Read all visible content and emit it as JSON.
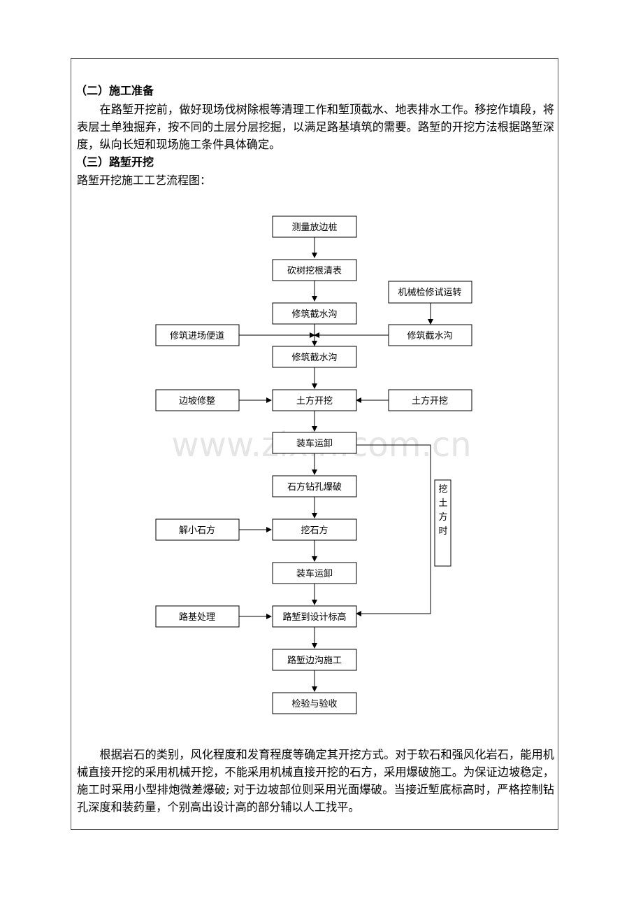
{
  "section2": {
    "heading": "（二）施工准备",
    "paragraph": "在路堑开挖前，做好现场伐树除根等清理工作和堑顶截水、地表排水工作。移挖作填段，将表层土单独掘弃，按不同的土层分层挖掘，以满足路基填筑的需要。路堑的开挖方法根据路堑深度，纵向长短和现场施工条件具体确定。"
  },
  "section3": {
    "heading": "（三）路堑开挖",
    "flow_caption": "路堑开挖施工工艺流程图："
  },
  "flowchart": {
    "main_steps": [
      "测量放边桩",
      "砍树挖根清表",
      "修筑截水沟",
      "修筑截水沟",
      "土方开挖",
      "装车运卸",
      "石方钻孔爆破",
      "挖石方",
      "装车运卸",
      "路堑到设计标高",
      "路堑边沟施工",
      "检验与验收"
    ],
    "side_left": [
      "修筑进场便道",
      "边坡修整",
      "解小石方",
      "路基处理"
    ],
    "side_right": [
      "机械检修试运转",
      "修筑截水沟",
      "土方开挖"
    ],
    "branch_label": [
      "挖",
      "土",
      "方",
      "时"
    ]
  },
  "watermark": "www.zixin.com.cn",
  "closing_paragraph": "根据岩石的类别，风化程度和发育程度等确定其开挖方式。对于软石和强风化岩石，能用机械直接开挖的采用机械开挖，不能采用机械直接开挖的石方，采用爆破施工。为保证边坡稳定，施工时采用小型排炮微差爆破; 对于边坡部位则采用光面爆破。当接近堑底标高时，严格控制钻孔深度和装药量，个别高出设计高的部分辅以人工找平。"
}
